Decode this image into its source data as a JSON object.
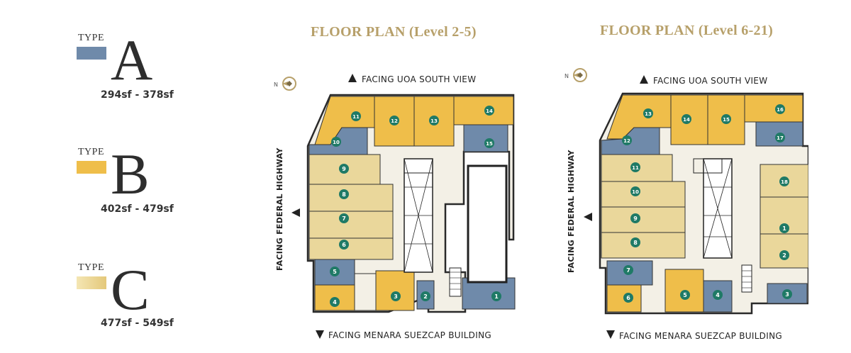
{
  "legend": {
    "types": [
      {
        "word": "TYPE",
        "letter": "A",
        "range": "294sf - 378sf",
        "color": "#6f8aaa"
      },
      {
        "word": "TYPE",
        "letter": "B",
        "range": "402sf - 479sf",
        "color": "#efbe4a"
      },
      {
        "word": "TYPE",
        "letter": "C",
        "range": "477sf - 549sf",
        "color": "#e9d79a"
      }
    ]
  },
  "plans": [
    {
      "title": "FLOOR PLAN  (Level 2-5)",
      "facing_top": "FACING UOA SOUTH VIEW",
      "facing_bottom": "FACING MENARA SUEZCAP BUILDING",
      "facing_left": "FACING FEDERAL HIGHWAY",
      "compass_label": "N",
      "units": [
        "1",
        "2",
        "3",
        "4",
        "5",
        "6",
        "7",
        "8",
        "9",
        "10",
        "11",
        "12",
        "13",
        "14",
        "15"
      ]
    },
    {
      "title": "FLOOR PLAN  (Level 6-21)",
      "facing_top": "FACING UOA SOUTH VIEW",
      "facing_bottom": "FACING MENARA SUEZCAP BUILDING",
      "facing_left": "FACING FEDERAL HIGHWAY",
      "compass_label": "N",
      "units": [
        "1",
        "2",
        "3",
        "4",
        "5",
        "6",
        "7",
        "8",
        "9",
        "10",
        "11",
        "12",
        "13",
        "14",
        "15",
        "16",
        "17",
        "18"
      ]
    }
  ]
}
